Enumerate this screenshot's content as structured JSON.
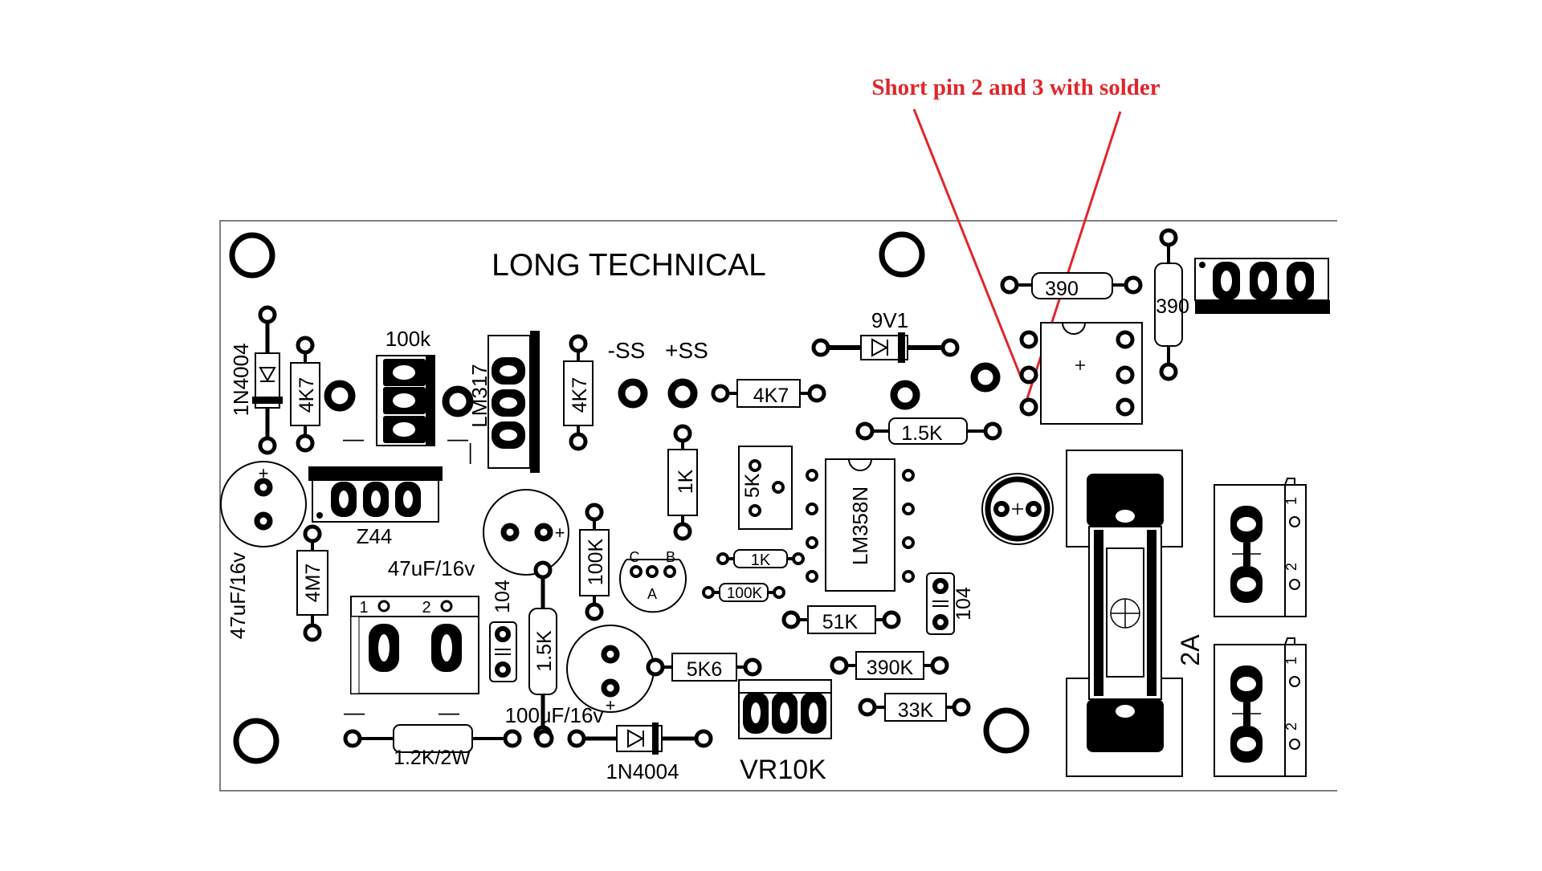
{
  "annotation": {
    "text": "Short pin 2 and 3 with solder",
    "color": "#e0262b"
  },
  "board": {
    "title": "LONG TECHNICAL"
  },
  "labels": {
    "d1": "1N4004",
    "r4k7a": "4K7",
    "pot100k": "100k",
    "lm317": "LM317",
    "r4k7b": "4K7",
    "ss_neg": "-SS",
    "ss_pos": "+SS",
    "r4k7c": "4K7",
    "z9v1": "9V1",
    "r390h": "390",
    "r390v": "390",
    "r1k5": "1.5K",
    "r1k": "1K",
    "vr5k": "5K",
    "lm358": "LM358N",
    "cap47a": "47uF/16v",
    "z44": "Z44",
    "cap47b": "47uF/16v",
    "r4m7": "4M7",
    "term1": "1",
    "term2": "2",
    "c104a": "104",
    "r1k5b": "1.5K",
    "r100k_v": "100K",
    "q_c": "C",
    "q_b": "B",
    "q_a": "A",
    "r1k_s": "1K",
    "r100k_s": "100K",
    "r51k": "51K",
    "c104b": "104",
    "cap100": "100uF/16v",
    "r5k6": "5K6",
    "r390k": "390K",
    "r33k": "33K",
    "r1k2": "1.2K/2W",
    "d2": "1N4004",
    "vr10k": "VR10K",
    "fuse": "2A",
    "conn_a1": "1",
    "conn_a2": "2",
    "conn_b1": "1",
    "conn_b2": "2",
    "minus1": "—",
    "minus2": "—",
    "minus3": "—",
    "minus4": "—",
    "minus5": "—"
  }
}
